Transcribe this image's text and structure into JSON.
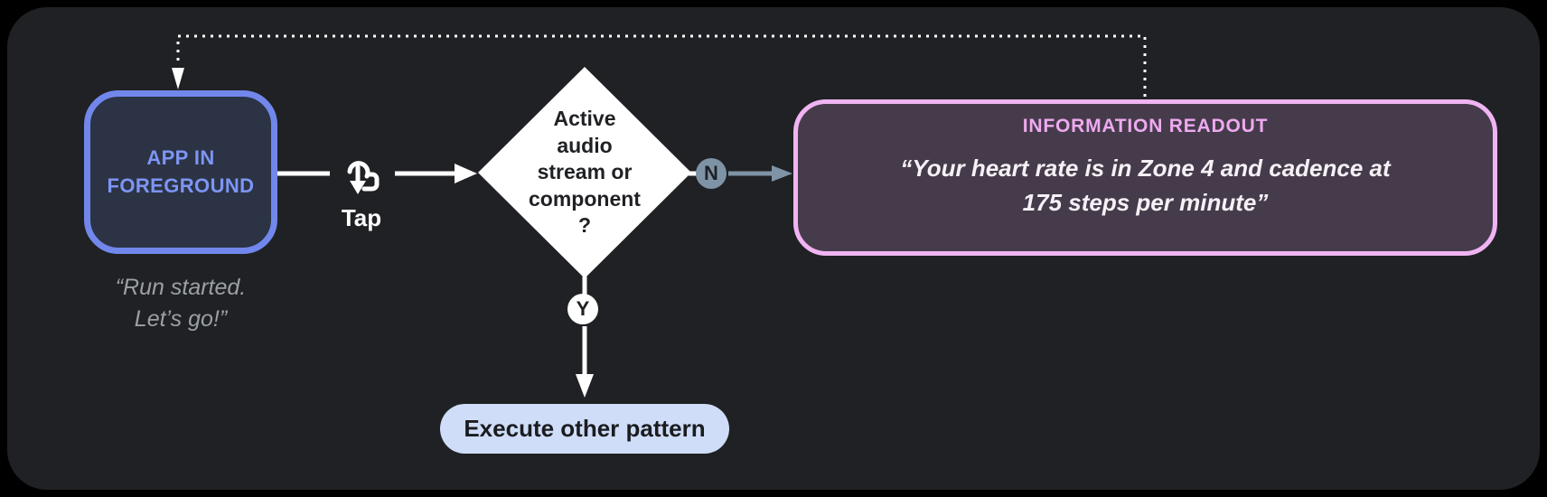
{
  "diagram": {
    "app_node": {
      "label": "APP IN\nFOREGROUND",
      "caption": "“Run started.\nLet’s go!”"
    },
    "tap_edge": {
      "label": "Tap",
      "icon": "tap-gesture-icon"
    },
    "decision_node": {
      "label": "Active\naudio\nstream or\ncomponent\n?"
    },
    "no_edge": {
      "label": "N"
    },
    "yes_edge": {
      "label": "Y"
    },
    "readout_node": {
      "title": "INFORMATION READOUT",
      "quote": "“Your heart rate is in Zone 4 and cadence at\n175 steps per minute”"
    },
    "execute_node": {
      "label": "Execute other pattern"
    }
  },
  "colors": {
    "page_bg": "#000000",
    "panel_bg": "#202124",
    "app_fill": "#2b3345",
    "app_border": "#7287ec",
    "app_text": "#7d95f3",
    "caption_text": "#9aa0a6",
    "decision_fill": "#ffffff",
    "decision_text": "#1f2124",
    "no_badge_fill": "#7e93a6",
    "yes_badge_fill": "#ffffff",
    "readout_fill": "#463b4b",
    "readout_border": "#f0b4f2",
    "readout_title_text": "#eeaaf0",
    "readout_quote_text": "#f5f1f6",
    "execute_fill": "#cfddf9",
    "execute_text": "#1b1c1f",
    "wire": "#ffffff"
  }
}
